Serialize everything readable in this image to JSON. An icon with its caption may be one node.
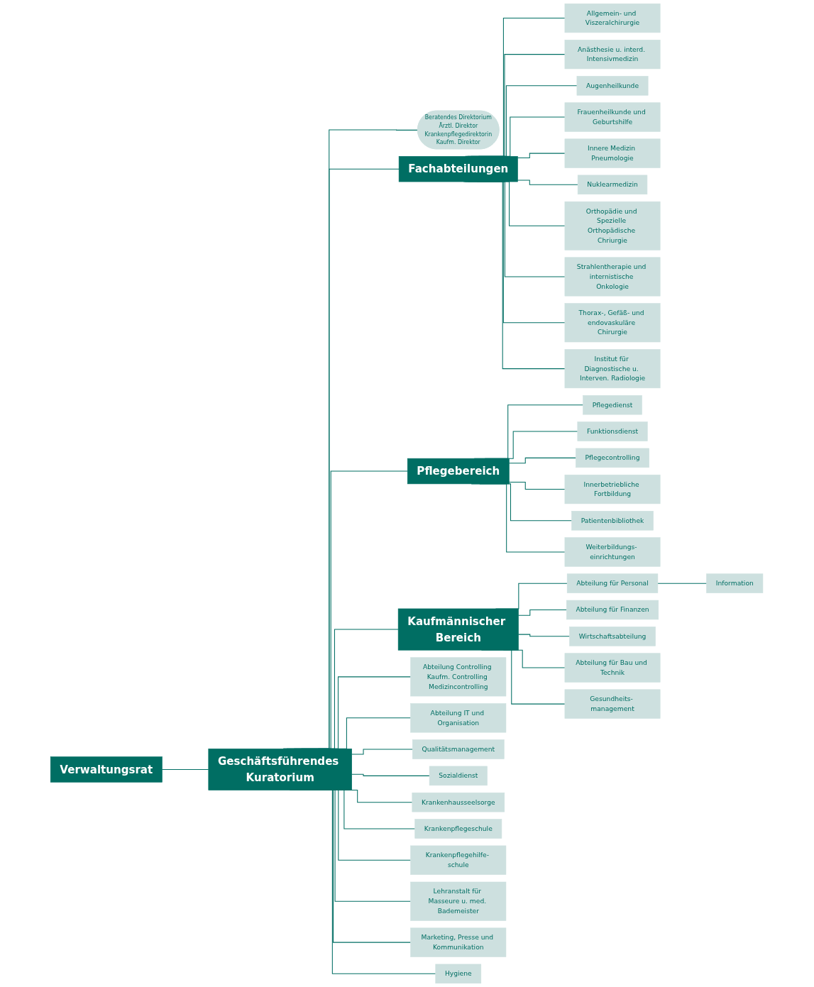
{
  "diagram": {
    "nodes": [
      {
        "text": [
          "Verwaltungsrat"
        ]
      },
      {
        "text": [
          "Geschäftsführendes Kuratorium"
        ]
      },
      {
        "text": [
          "Beratendes Direktorium",
          "Ärztl. Direktor",
          "Krankenpflegedirektorin",
          "Kaufm. Direktor"
        ]
      },
      {
        "text": [
          "Fachabteilungen"
        ]
      },
      {
        "text": [
          "Pflegebereich"
        ]
      },
      {
        "text": [
          "Kaufmännischer Bereich"
        ]
      },
      {
        "text": [
          "Abteilung Controlling Kaufm. Controlling Medizincontrolling"
        ]
      },
      {
        "text": [
          "Abteilung IT und Organisation"
        ]
      },
      {
        "text": [
          "Qualitätsmanagement"
        ]
      },
      {
        "text": [
          "Sozialdienst"
        ]
      },
      {
        "text": [
          "Krankenhausseelsorge"
        ]
      },
      {
        "text": [
          "Krankenpflegeschule"
        ]
      },
      {
        "text": [
          "Krankenpflegehilfe- schule"
        ]
      },
      {
        "text": [
          "Lehranstalt für Masseure u. med. Bademeister"
        ]
      },
      {
        "text": [
          "Marketing, Presse und Kommunikation"
        ]
      },
      {
        "text": [
          "Hygiene"
        ]
      },
      {
        "text": [
          "Allgemein- und Viszeralchirurgie"
        ]
      },
      {
        "text": [
          "Anästhesie u. interd. Intensivmedizin"
        ]
      },
      {
        "text": [
          "Augenheilkunde"
        ]
      },
      {
        "text": [
          "Frauenheilkunde und Geburtshilfe"
        ]
      },
      {
        "text": [
          "Innere Medizin Pneumologie"
        ]
      },
      {
        "text": [
          "Nuklearmedizin"
        ]
      },
      {
        "text": [
          "Orthopädie und Spezielle Orthopädische Chriurgie"
        ]
      },
      {
        "text": [
          "Strahlentherapie und internistische Onkologie"
        ]
      },
      {
        "text": [
          "Thorax-, Gefäß- und endovaskuläre Chirurgie"
        ]
      },
      {
        "text": [
          "Institut für Diagnostische u. Interven. Radiologie"
        ]
      },
      {
        "text": [
          "Pflegedienst"
        ]
      },
      {
        "text": [
          "Funktionsdienst"
        ]
      },
      {
        "text": [
          "Pflegecontrolling"
        ]
      },
      {
        "text": [
          "Innerbetriebliche Fortbildung"
        ]
      },
      {
        "text": [
          "Patientenbibliothek"
        ]
      },
      {
        "text": [
          "Weiterbildungs- einrichtungen"
        ]
      },
      {
        "text": [
          "Abteilung für Personal"
        ]
      },
      {
        "text": [
          "Information"
        ]
      },
      {
        "text": [
          "Abteilung für Finanzen"
        ]
      },
      {
        "text": [
          "Wirtschaftsabteilung"
        ]
      },
      {
        "text": [
          "Abteilung für Bau und Technik"
        ]
      },
      {
        "text": [
          "Gesundheits- management"
        ]
      }
    ],
    "edges": [
      {
        "from": 0,
        "to": 1,
        "arrow": "none"
      },
      {
        "from": 1,
        "to": 2,
        "arrow": "none"
      },
      {
        "from": 1,
        "to": 3,
        "arrow": "none"
      },
      {
        "from": 1,
        "to": 4,
        "arrow": "none"
      },
      {
        "from": 1,
        "to": 5,
        "arrow": "none"
      },
      {
        "from": 1,
        "to": 6,
        "arrow": "none"
      },
      {
        "from": 1,
        "to": 7,
        "arrow": "none"
      },
      {
        "from": 1,
        "to": 8,
        "arrow": "none"
      },
      {
        "from": 1,
        "to": 9,
        "arrow": "none"
      },
      {
        "from": 1,
        "to": 10,
        "arrow": "none"
      },
      {
        "from": 1,
        "to": 11,
        "arrow": "none"
      },
      {
        "from": 1,
        "to": 12,
        "arrow": "none"
      },
      {
        "from": 1,
        "to": 13,
        "arrow": "none"
      },
      {
        "from": 1,
        "to": 14,
        "arrow": "none"
      },
      {
        "from": 1,
        "to": 15,
        "arrow": "none"
      },
      {
        "from": 3,
        "to": 16,
        "arrow": "none"
      },
      {
        "from": 3,
        "to": 17,
        "arrow": "none"
      },
      {
        "from": 3,
        "to": 18,
        "arrow": "none"
      },
      {
        "from": 3,
        "to": 19,
        "arrow": "none"
      },
      {
        "from": 3,
        "to": 20,
        "arrow": "none"
      },
      {
        "from": 3,
        "to": 21,
        "arrow": "none"
      },
      {
        "from": 3,
        "to": 22,
        "arrow": "none"
      },
      {
        "from": 3,
        "to": 23,
        "arrow": "none"
      },
      {
        "from": 3,
        "to": 24,
        "arrow": "none"
      },
      {
        "from": 3,
        "to": 25,
        "arrow": "none"
      },
      {
        "from": 4,
        "to": 26,
        "arrow": "none"
      },
      {
        "from": 4,
        "to": 27,
        "arrow": "none"
      },
      {
        "from": 4,
        "to": 28,
        "arrow": "none"
      },
      {
        "from": 4,
        "to": 29,
        "arrow": "none"
      },
      {
        "from": 4,
        "to": 30,
        "arrow": "none"
      },
      {
        "from": 4,
        "to": 31,
        "arrow": "none"
      },
      {
        "from": 5,
        "to": 32,
        "arrow": "none"
      },
      {
        "from": 32,
        "to": 33,
        "arrow": "none"
      },
      {
        "from": 5,
        "to": 34,
        "arrow": "none"
      },
      {
        "from": 5,
        "to": 35,
        "arrow": "none"
      },
      {
        "from": 5,
        "to": 36,
        "arrow": "none"
      },
      {
        "from": 5,
        "to": 37,
        "arrow": "none"
      }
    ]
  }
}
